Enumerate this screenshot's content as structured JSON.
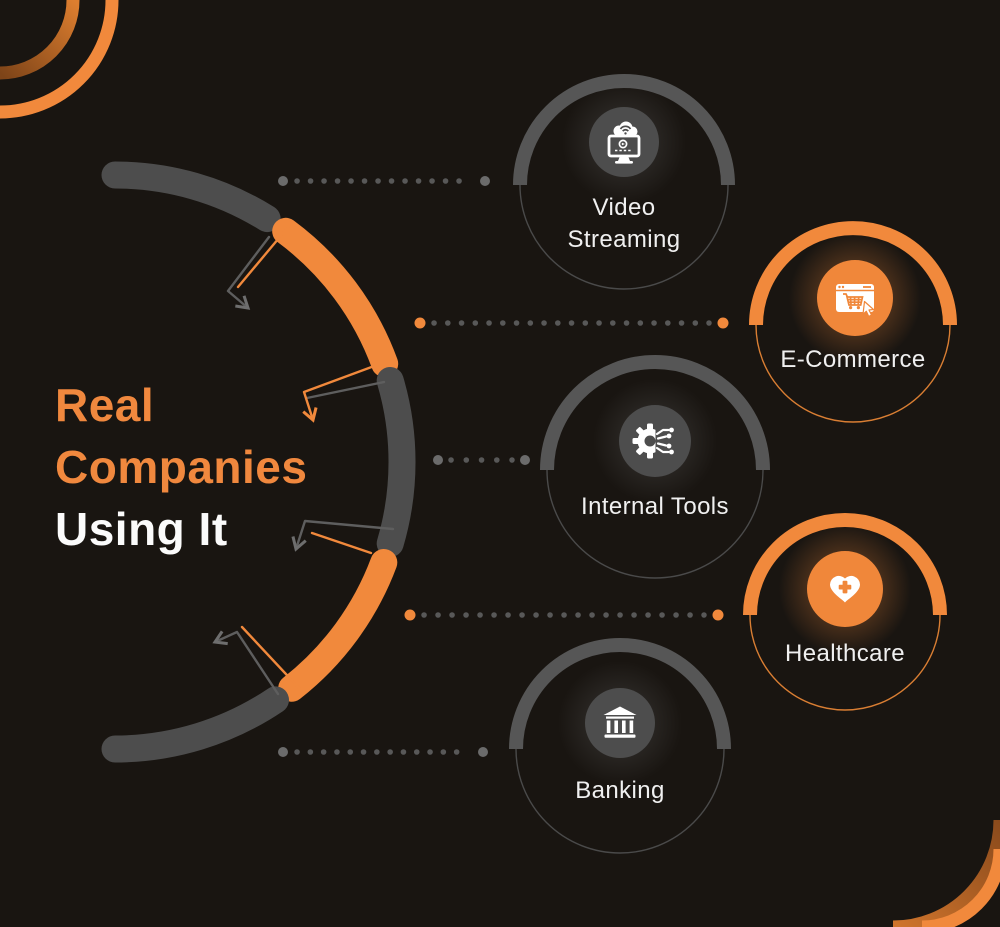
{
  "title": {
    "line1": "Real",
    "line2": "Companies",
    "line3": "Using It"
  },
  "nodes": [
    {
      "id": "video-streaming",
      "label_lines": [
        "Video",
        "Streaming"
      ],
      "icon": "video-streaming-monitor-cloud-icon",
      "accent": "gray"
    },
    {
      "id": "e-commerce",
      "label_lines": [
        "E-Commerce"
      ],
      "icon": "browser-shopping-cart-icon",
      "accent": "orange"
    },
    {
      "id": "internal-tools",
      "label_lines": [
        "Internal Tools"
      ],
      "icon": "gear-circuit-icon",
      "accent": "gray"
    },
    {
      "id": "healthcare",
      "label_lines": [
        "Healthcare"
      ],
      "icon": "heart-medical-cross-icon",
      "accent": "orange"
    },
    {
      "id": "banking",
      "label_lines": [
        "Banking"
      ],
      "icon": "bank-building-icon",
      "accent": "gray"
    }
  ],
  "colors": {
    "background": "#191511",
    "accent_orange": "#F1893C",
    "accent_orange_deep": "#7E4418",
    "hub_gray": "#4D4D4D",
    "node_arc_gray": "#565656",
    "badge_gray": "#4D4D4D",
    "badge_orange": "#F0873A",
    "dot_gray": "#585858",
    "dot_end_gray": "#6B6B6B",
    "title_orange": "#F0883E",
    "title_white": "#FBFBFB",
    "label_text": "#F0F0F0"
  }
}
